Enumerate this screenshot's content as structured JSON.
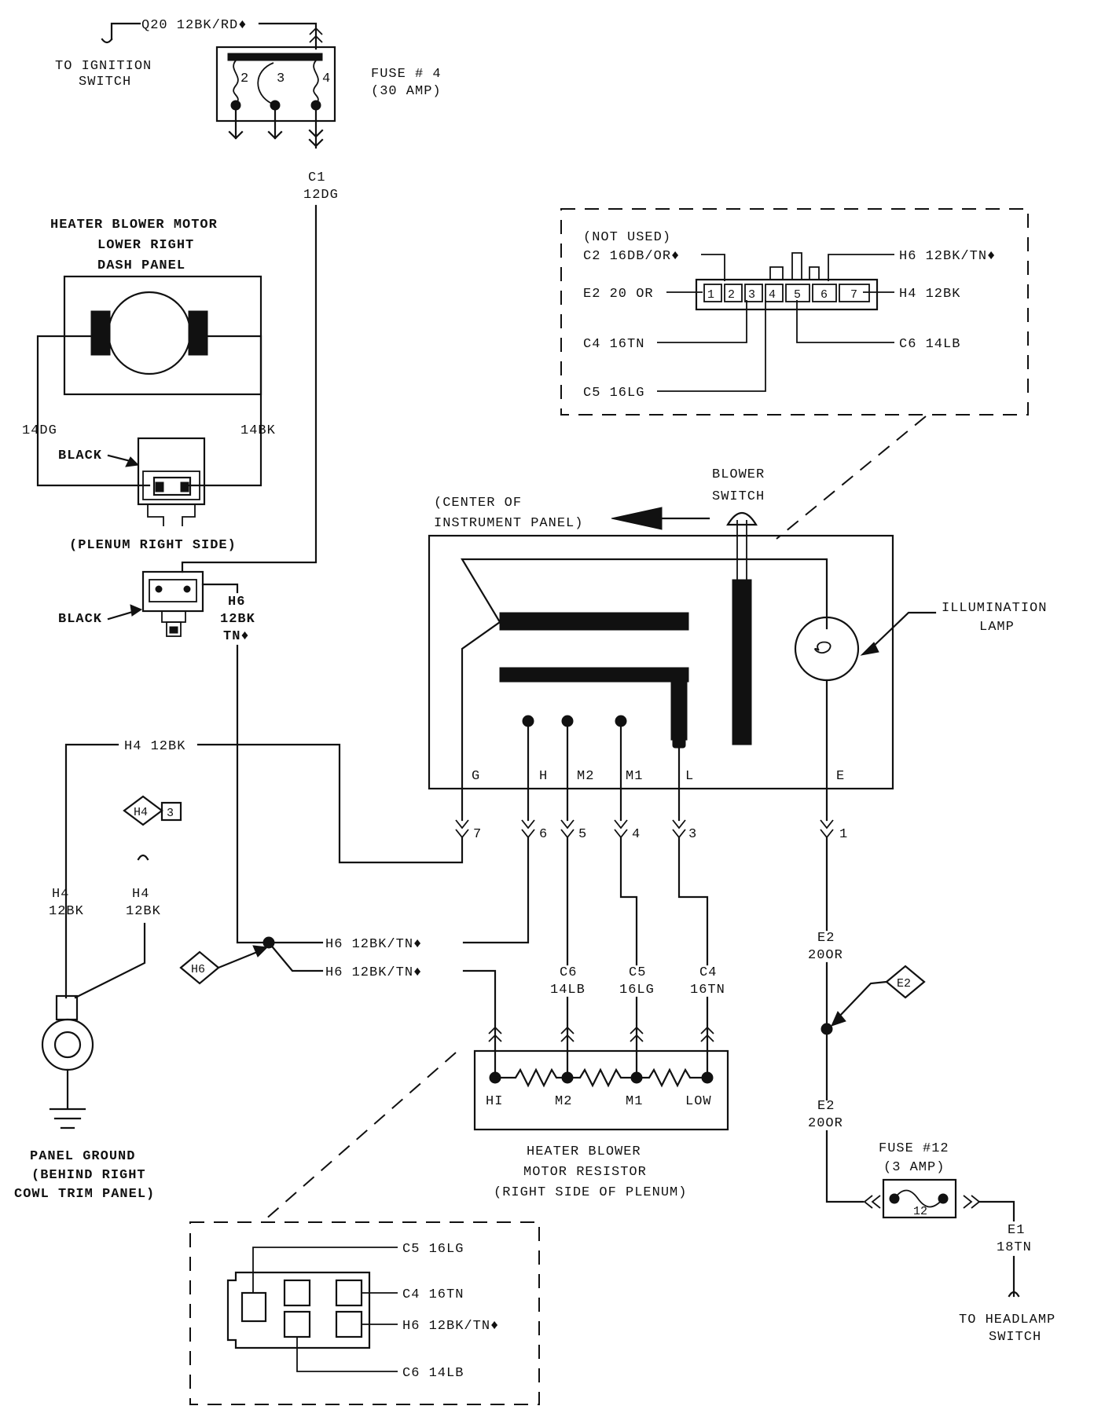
{
  "labels": {
    "q20": "Q20 12BK/RD♦",
    "ign1": "TO IGNITION",
    "ign2": "SWITCH",
    "fuse4_1": "FUSE # 4",
    "fuse4_2": "(30 AMP)",
    "fuse_pin2": "2",
    "fuse_pin3": "3",
    "fuse_pin4": "4",
    "c1_1": "C1",
    "c1_2": "12DG",
    "hbm1": "HEATER BLOWER MOTOR",
    "hbm2": "LOWER RIGHT",
    "hbm3": "DASH PANEL",
    "w14dg": "14DG",
    "w14bk": "14BK",
    "black1": "BLACK",
    "plenum": "(PLENUM RIGHT SIDE)",
    "black2": "BLACK",
    "h6a1": "H6",
    "h6a2": "12BK",
    "h6a3": "TN♦",
    "notused": "(NOT USED)",
    "c2": "C2 16DB/OR♦",
    "e2_20or": "E2 20 OR",
    "c4_16tn": "C4 16TN",
    "c5_16lg": "C5 16LG",
    "h6_12bktn": "H6 12BK/TN♦",
    "h4_12bk": "H4 12BK",
    "c6_14lb": "C6 14LB",
    "conn_pins": [
      "1",
      "2",
      "3",
      "4",
      "5",
      "6",
      "7"
    ],
    "blower1": "BLOWER",
    "blower2": "SWITCH",
    "cip1": "(CENTER OF",
    "cip2": "INSTRUMENT PANEL)",
    "illum1": "ILLUMINATION",
    "illum2": "LAMP",
    "sw_g": "G",
    "sw_h": "H",
    "sw_m2": "M2",
    "sw_m1": "M1",
    "sw_l": "L",
    "sw_e": "E",
    "pin7": "7",
    "pin6": "6",
    "pin5": "5",
    "pin4": "4",
    "pin3": "3",
    "pin1": "1",
    "h4top": "H4 12BK",
    "h4diamond": "H4",
    "h4diamond_n": "3",
    "h4l1": "H4",
    "h4l2": "12BK",
    "h4r1": "H4",
    "h4r2": "12BK",
    "h6diamond": "H6",
    "h6b": "H6 12BK/TN♦",
    "h6c": "H6 12BK/TN♦",
    "c6a": "C6",
    "c6b": "14LB",
    "c5a": "C5",
    "c5b": "16LG",
    "c4a": "C4",
    "c4b": "16TN",
    "e2a1": "E2",
    "e2a2": "20OR",
    "e2diamond": "E2",
    "e2b1": "E2",
    "e2b2": "20OR",
    "res_hi": "HI",
    "res_m2": "M2",
    "res_m1": "M1",
    "res_low": "LOW",
    "hbmr1": "HEATER BLOWER",
    "hbmr2": "MOTOR RESISTOR",
    "hbmr3": "(RIGHT SIDE OF PLENUM)",
    "pg1": "PANEL GROUND",
    "pg2": "(BEHIND RIGHT",
    "pg3": "COWL TRIM PANEL)",
    "fuse12_1": "FUSE #12",
    "fuse12_2": "(3 AMP)",
    "fuse12_n": "12",
    "e1a": "E1",
    "e1b": "18TN",
    "hl1": "TO HEADLAMP",
    "hl2": "SWITCH",
    "rc_c5": "C5 16LG",
    "rc_c4": "C4 16TN",
    "rc_h6": "H6 12BK/TN♦",
    "rc_c6": "C6 14LB"
  }
}
